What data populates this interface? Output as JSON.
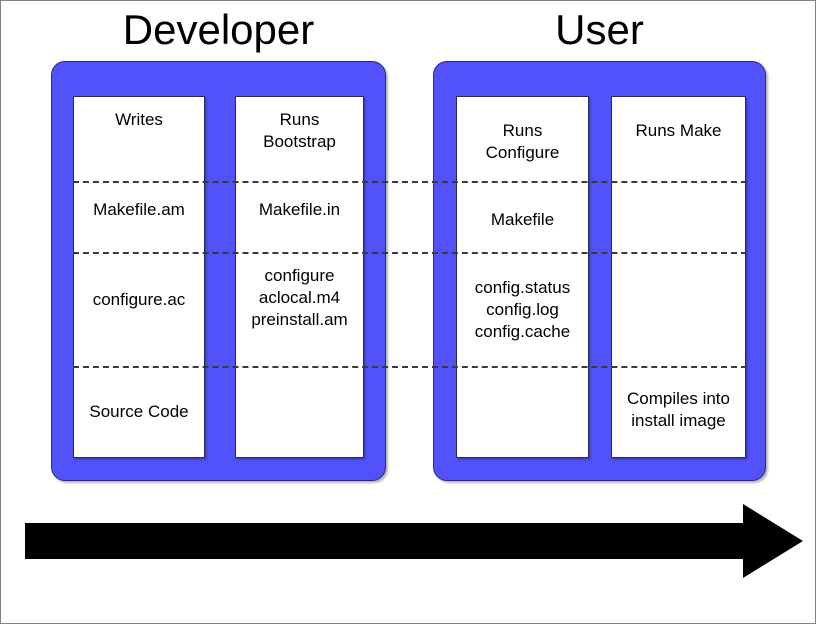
{
  "diagram": {
    "title_developer": "Developer",
    "title_user": "User",
    "accent_color": "#5252fa",
    "arrow_color": "#000000",
    "background_color": "#ffffff",
    "divider_style": "dashed",
    "arrow_label": "",
    "arrow_direction": "left-to-right"
  },
  "groups": [
    {
      "name": "Developer",
      "columns": [
        {
          "name": "writes",
          "cells": [
            {
              "row": 1,
              "text": "Writes"
            },
            {
              "row": 2,
              "text": "Makefile.am"
            },
            {
              "row": 3,
              "text": "configure.ac"
            },
            {
              "row": 4,
              "text": "Source Code"
            }
          ]
        },
        {
          "name": "bootstrap",
          "cells": [
            {
              "row": 1,
              "text": "Runs\nBootstrap"
            },
            {
              "row": 2,
              "text": "Makefile.in"
            },
            {
              "row": 3,
              "text": "configure\naclocal.m4\npreinstall.am"
            },
            {
              "row": 4,
              "text": ""
            }
          ]
        }
      ]
    },
    {
      "name": "User",
      "columns": [
        {
          "name": "configure",
          "cells": [
            {
              "row": 1,
              "text": "Runs\nConfigure"
            },
            {
              "row": 2,
              "text": "Makefile"
            },
            {
              "row": 3,
              "text": "config.status\nconfig.log\nconfig.cache"
            },
            {
              "row": 4,
              "text": ""
            }
          ]
        },
        {
          "name": "make",
          "cells": [
            {
              "row": 1,
              "text": "Runs Make"
            },
            {
              "row": 2,
              "text": ""
            },
            {
              "row": 3,
              "text": ""
            },
            {
              "row": 4,
              "text": "Compiles into\ninstall image"
            }
          ]
        }
      ]
    }
  ],
  "cells": {
    "dev1_r1": "Writes",
    "dev1_r2": "Makefile.am",
    "dev1_r3": "configure.ac",
    "dev1_r4": "Source Code",
    "dev2_r1": "Runs\nBootstrap",
    "dev2_r2": "Makefile.in",
    "dev2_r3": "configure\naclocal.m4\npreinstall.am",
    "usr1_r1": "Runs\nConfigure",
    "usr1_r2": "Makefile",
    "usr1_r3": "config.status\nconfig.log\nconfig.cache",
    "usr2_r1": "Runs Make",
    "usr2_r4": "Compiles into\ninstall image"
  }
}
